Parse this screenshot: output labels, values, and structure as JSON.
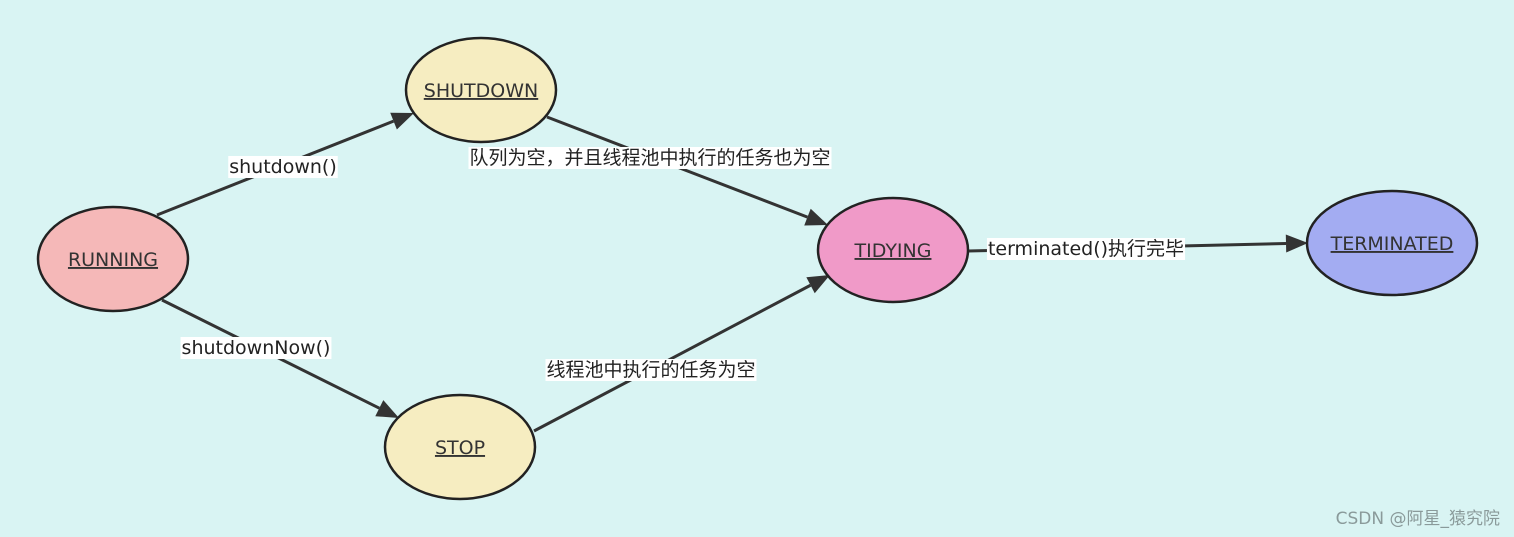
{
  "colors": {
    "background": "#d9f4f3",
    "running": "#f5b8b8",
    "shutdown": "#f6edc1",
    "stop": "#f6edc1",
    "tidying": "#f09ac8",
    "terminated": "#a3acf2",
    "edge": "#333333"
  },
  "nodes": [
    {
      "id": "running",
      "label": "RUNNING",
      "fill_key": "running"
    },
    {
      "id": "shutdown",
      "label": "SHUTDOWN",
      "fill_key": "shutdown"
    },
    {
      "id": "stop",
      "label": "STOP",
      "fill_key": "stop"
    },
    {
      "id": "tidying",
      "label": "TIDYING",
      "fill_key": "tidying"
    },
    {
      "id": "terminated",
      "label": "TERMINATED",
      "fill_key": "terminated"
    }
  ],
  "edges": [
    {
      "id": "running-shutdown",
      "from": "running",
      "to": "shutdown",
      "label": "shutdown()"
    },
    {
      "id": "running-stop",
      "from": "running",
      "to": "stop",
      "label": "shutdownNow()"
    },
    {
      "id": "shutdown-tidying",
      "from": "shutdown",
      "to": "tidying",
      "label": "队列为空，并且线程池中执行的任务也为空"
    },
    {
      "id": "stop-tidying",
      "from": "stop",
      "to": "tidying",
      "label": "线程池中执行的任务为空"
    },
    {
      "id": "tidying-terminated",
      "from": "tidying",
      "to": "terminated",
      "label": "terminated()执行完毕"
    }
  ],
  "watermark": "CSDN @阿星_猿究院"
}
